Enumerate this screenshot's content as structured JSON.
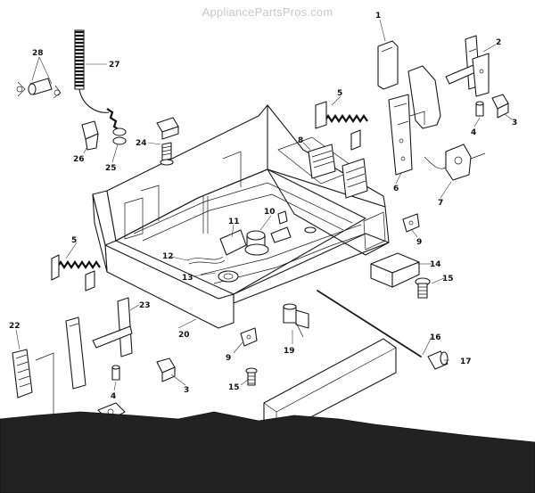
{
  "watermark": "AppliancePartsPros.com",
  "callouts": [
    {
      "id": "c1",
      "label": "1"
    },
    {
      "id": "c2",
      "label": "2"
    },
    {
      "id": "c3a",
      "label": "3"
    },
    {
      "id": "c3b",
      "label": "3"
    },
    {
      "id": "c4a",
      "label": "4"
    },
    {
      "id": "c4b",
      "label": "4"
    },
    {
      "id": "c5a",
      "label": "5"
    },
    {
      "id": "c5b",
      "label": "5"
    },
    {
      "id": "c6",
      "label": "6"
    },
    {
      "id": "c7",
      "label": "7"
    },
    {
      "id": "c8",
      "label": "8"
    },
    {
      "id": "c9a",
      "label": "9"
    },
    {
      "id": "c9b",
      "label": "9"
    },
    {
      "id": "c10",
      "label": "10"
    },
    {
      "id": "c11",
      "label": "11"
    },
    {
      "id": "c12",
      "label": "12"
    },
    {
      "id": "c13",
      "label": "13"
    },
    {
      "id": "c14",
      "label": "14"
    },
    {
      "id": "c15a",
      "label": "15"
    },
    {
      "id": "c15b",
      "label": "15"
    },
    {
      "id": "c16",
      "label": "16"
    },
    {
      "id": "c17",
      "label": "17"
    },
    {
      "id": "c19",
      "label": "19"
    },
    {
      "id": "c20",
      "label": "20"
    },
    {
      "id": "c22",
      "label": "22"
    },
    {
      "id": "c23",
      "label": "23"
    },
    {
      "id": "c24",
      "label": "24"
    },
    {
      "id": "c25",
      "label": "25"
    },
    {
      "id": "c26",
      "label": "26"
    },
    {
      "id": "c27",
      "label": "27"
    },
    {
      "id": "c28",
      "label": "28"
    }
  ]
}
